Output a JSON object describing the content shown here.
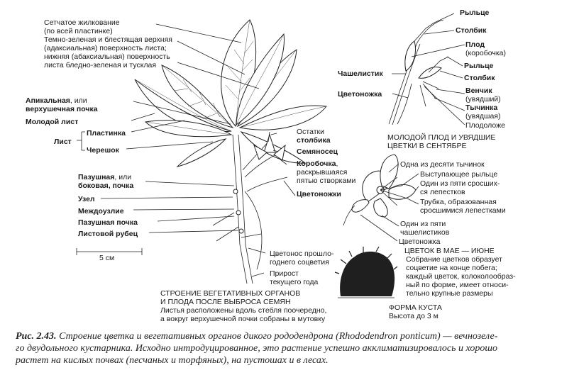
{
  "labels": {
    "venation": "Сетчатое жилкование",
    "venation2": "(по всей пластинке)",
    "upper1": "Темно-зеленая и блестящая верхняя",
    "upper2": "(адаксиальная) поверхность листа;",
    "lower1": "нижняя  (абаксиальная) поверхность",
    "lower2": "листа бледно-зеленая и тусклая",
    "apical_b": "Апикальная",
    "apical_n": ", или",
    "apical2": "верхушечная почка",
    "young_leaf": "Молодой лист",
    "leaf": "Лист",
    "blade": "Пластинка",
    "petiole": "Черешок",
    "axillary_b": "Пазушная",
    "axillary_n": ", или",
    "axillary2": "боковая, почка",
    "node": "Узел",
    "internode": "Междоузлие",
    "axillary_bud": "Пазушная почка",
    "leaf_scar": "Листовой рубец",
    "scale": "5 см",
    "remains1": "Остатки",
    "remains2": "столбика",
    "seed_leg": "Семяносец",
    "capsule_b": "Коробочка",
    "capsule_n": ",",
    "capsule2": "раскрывшаяся",
    "capsule3": "пятью створками",
    "pedicels": "Цветоножки",
    "peduncle1": "Цветонос прошло-",
    "peduncle2": "годнего соцветия",
    "growth1": "Прирост",
    "growth2": "текущего года",
    "veg_title1": "СТРОЕНИЕ ВЕГЕТАТИВНЫХ ОРГАНОВ",
    "veg_title2": "И ПЛОДА ПОСЛЕ ВЫБРОСА СЕМЯН",
    "veg_note1": "Листья расположены вдоль стебля поочередно,",
    "veg_note2": "а вокруг верхушечной почки собраны в мутовку",
    "stigma_t": "Рыльце",
    "style_t": "Столбик",
    "fruit": "Плод",
    "fruit2": "(коробочка)",
    "stigma2": "Рыльце",
    "style2": "Столбик",
    "sepal": "Чашелистик",
    "pedicel": "Цветоножка",
    "corolla": "Венчик",
    "corolla2": "(увядший)",
    "stamen": "Тычинка",
    "stamen2": "(увядшая)",
    "receptacle": "Плодоложе",
    "young_fruit1": "МОЛОДОЙ ПЛОД И УВЯДШИЕ",
    "young_fruit2": "ЦВЕТКИ В СЕНТЯБРЕ",
    "one_of_ten": "Одна из десяти тычинок",
    "protruding": "Выступающее рыльце",
    "one_of_five1": "Один из пяти сросших-",
    "one_of_five2": "ся лепестков",
    "tube1": "Трубка, образованная",
    "tube2": "сросшимися лепестками",
    "sepal_one1": "Один из пяти",
    "sepal_one2": "чашелистиков",
    "pedicel3": "Цветоножка",
    "flower_title": "ЦВЕТОК В МАЕ — ИЮНЕ",
    "flower_note1": "Собрание цветков образует",
    "flower_note2": "соцветие на конце побега;",
    "flower_note3": "каждый цветок, колоколообраз-",
    "flower_note4": "ный по форме, имеет относи-",
    "flower_note5": "тельно крупные размеры",
    "bush_title": "ФОРМА КУСТА",
    "bush_height": "Высота до 3 м"
  },
  "caption": {
    "lead": "Рис. 2.43.",
    "line1": " Строение цветка и вегетативных органов дикого рододендрона (Rhododendron ponticum) — вечнозеле-",
    "line2": "го двудольного кустарника. Исходно интродуцированное, это растение успешно акклиматизировалось и хорошо",
    "line3": "растет на кислых почвах (песчаных и торфяных), на пустошах и в лесах."
  }
}
